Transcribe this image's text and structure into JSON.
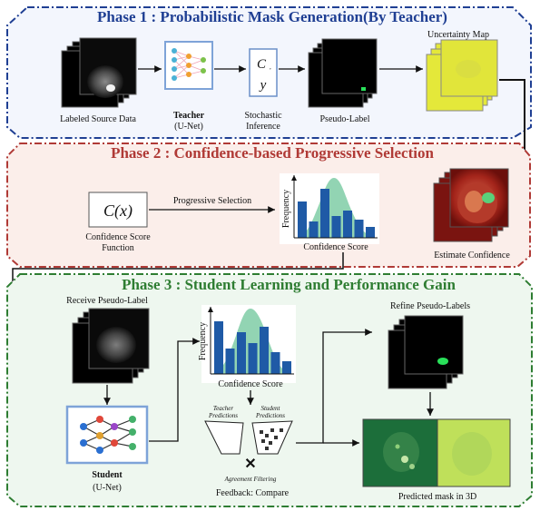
{
  "phase1": {
    "title": "Phase 1 : Probabilistic Mask Generation(By Teacher)",
    "title_color": "#1f3f93",
    "fill": "#f3f6fd",
    "labeled_source": "Labeled Source Data",
    "teacher": "Teacher",
    "teacher_arch": "(U-Net)",
    "stochastic_line1": "Stochastic",
    "stochastic_line2": "Inference",
    "formula_top": "C",
    "formula_bottom": "y",
    "pseudo_label": "Pseudo-Label",
    "uncertainty_map": "Uncertainty Map"
  },
  "phase2": {
    "title": "Phase 2 : Confidence-based Progressive Selection",
    "title_color": "#b03a36",
    "fill": "#fbeeea",
    "formula": "C(x)",
    "confidence_fn_line1": "Confidence Score",
    "confidence_fn_line2": "Function",
    "progressive": "Progressive Selection",
    "hist_ylabel": "Frequency",
    "hist_xlabel": "Confidence Score",
    "estimate": "Estimate Confidence"
  },
  "phase3": {
    "title": "Phase 3 : Student Learning and  Performance Gain",
    "title_color": "#2e7d32",
    "fill": "#eef7ef",
    "receive": "Receive Pseudo-Label",
    "hist_ylabel": "Frequency",
    "hist_xlabel": "Confidence Score",
    "teacher_pred_line1": "Teacher",
    "teacher_pred_line2": "Predictions",
    "student_pred_line1": "Student",
    "student_pred_line2": "Predictions",
    "agreement": "Agreement Filtering",
    "feedback": "Feedback: Compare",
    "student": "Student",
    "student_arch": "(U-Net)",
    "refine": "Refine Pseudo-Labels",
    "predicted": "Predicted mask in 3D"
  },
  "colors": {
    "bar": "#1f5aa6",
    "curve_fill": "#7fcca6",
    "arrow": "#111111",
    "uncertainty": "#e4e83a"
  }
}
